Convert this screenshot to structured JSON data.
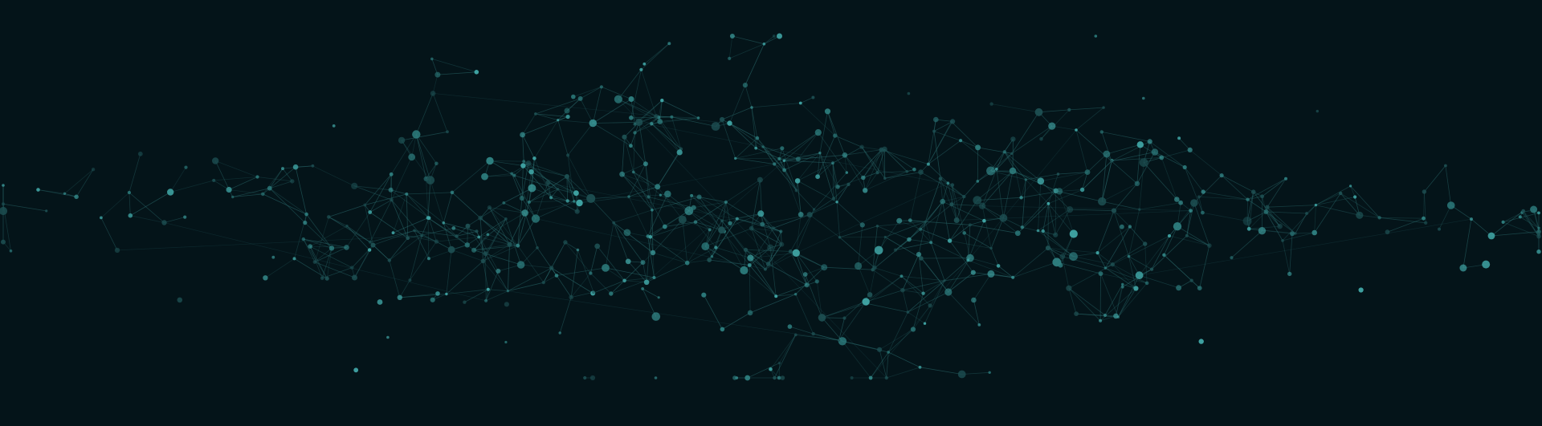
{
  "scene": {
    "description_visible_text": "",
    "colors": {
      "background": "#041419",
      "node_bright": "#3fa3a3",
      "node_mid": "#2e7f80",
      "node_dim": "#1d4f52",
      "edge": "#2a6a6c"
    },
    "network": {
      "seed": 20240531,
      "node_count": 520,
      "link_distance": 62
    }
  }
}
